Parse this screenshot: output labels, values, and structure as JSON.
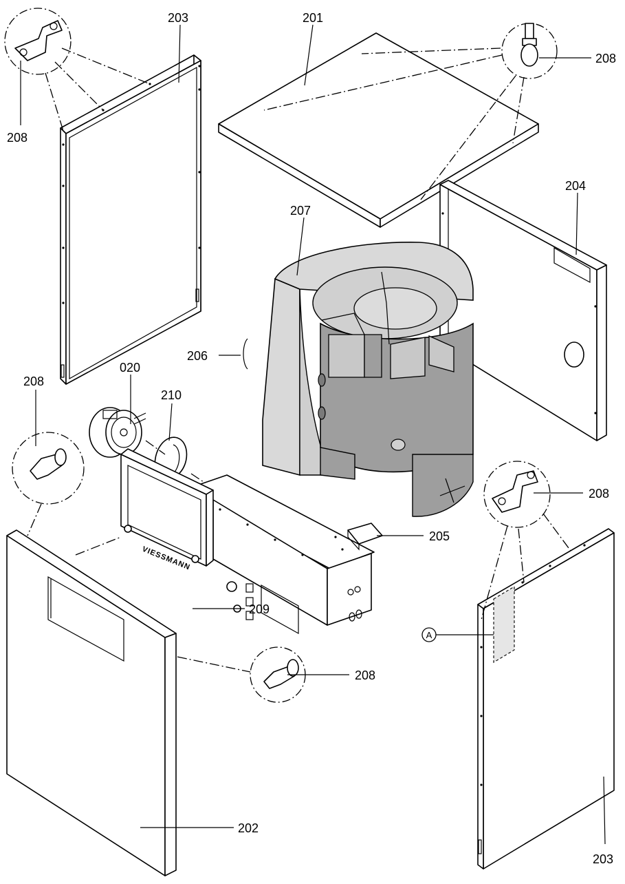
{
  "labels": {
    "p201": "201",
    "p202": "202",
    "p203_top": "203",
    "p203_bottom": "203",
    "p204": "204",
    "p205": "205",
    "p206": "206",
    "p207": "207",
    "p208_top_left": "208",
    "p208_top_right": "208",
    "p208_mid_left": "208",
    "p208_mid_right": "208",
    "p208_lower": "208",
    "p209": "209",
    "p210": "210",
    "p020": "020",
    "marker_a": "A"
  },
  "logo_text": "VIESSMANN",
  "colors": {
    "insulation_light": "#d9d9d9",
    "insulation_dark": "#9e9e9e",
    "label_patch": "#e6e6e6"
  }
}
